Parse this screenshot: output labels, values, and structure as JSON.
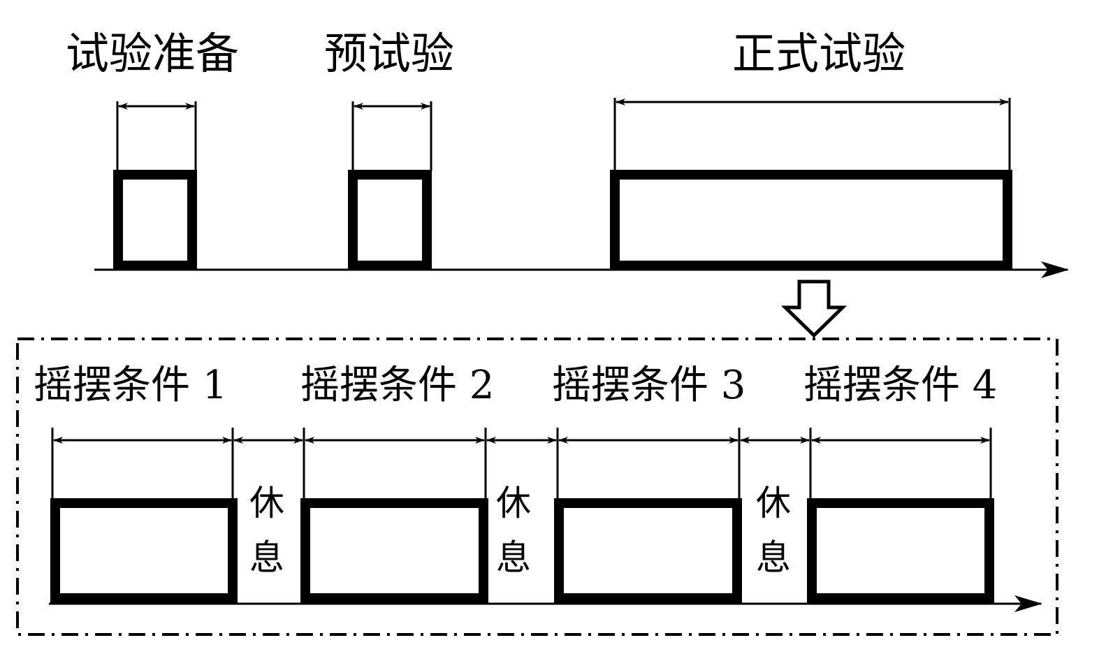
{
  "stages": {
    "prep": "试验准备",
    "pre_test": "预试验",
    "formal_test": "正式试验"
  },
  "conditions": [
    "摇摆条件 1",
    "摇摆条件 2",
    "摇摆条件 3",
    "摇摆条件 4"
  ],
  "rest": {
    "char1": "休",
    "char2": "息"
  },
  "colors": {
    "line": "#000000",
    "background": "#ffffff"
  }
}
